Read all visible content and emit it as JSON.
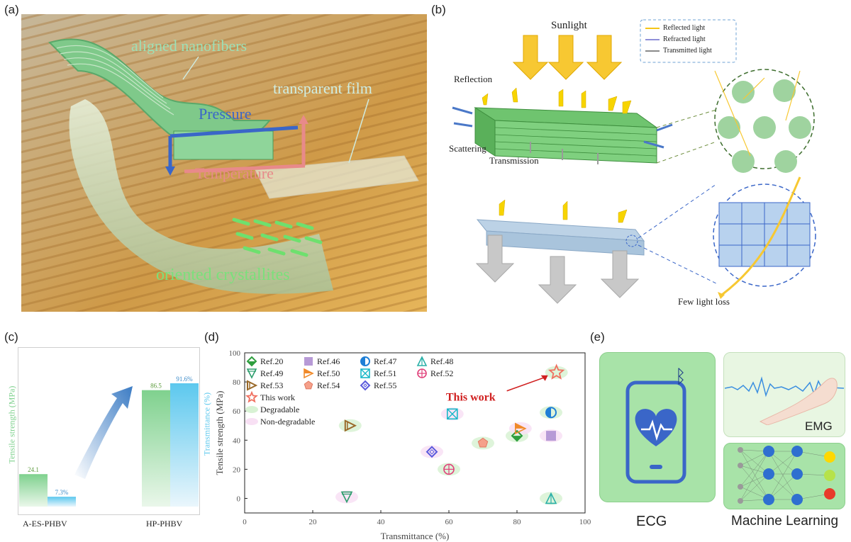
{
  "panels": {
    "a": {
      "label": "(a)",
      "labels": {
        "aligned": "aligned nanofibers",
        "film": "transparent film",
        "pressure": "Pressure",
        "temperature": "Temperature",
        "crystallites": "oriented crystallites"
      }
    },
    "b": {
      "label": "(b)",
      "labels": {
        "sunlight": "Sunlight",
        "reflection": "Reflection",
        "scattering": "Scattering",
        "transmission": "Transmission",
        "few_loss": "Few light loss"
      },
      "legend": [
        "Reflected light",
        "Refracted light",
        "Transmitted light"
      ],
      "colors": {
        "reflected": "#f5c518",
        "refracted": "#8f8fd8",
        "transmitted": "#8a8a8a"
      }
    },
    "c": {
      "label": "(c)",
      "ylabel_left": "Tensile strength (MPa)",
      "ylabel_right": "Transmittance (%)"
    },
    "d": {
      "label": "(d)"
    },
    "e": {
      "label": "(e)",
      "ecg": "ECG",
      "emg": "EMG",
      "ml": "Machine Learning"
    }
  },
  "chart_data": [
    {
      "type": "bar",
      "categories": [
        "A-ES-PHBV",
        "HP-PHBV"
      ],
      "series": [
        {
          "name": "Tensile strength (MPa)",
          "values": [
            24.1,
            86.5
          ],
          "labels": [
            "24.1",
            "86.5"
          ],
          "color": "#7fd18e"
        },
        {
          "name": "Transmittance (%)",
          "values": [
            7.3,
            91.6
          ],
          "labels": [
            "7.3%",
            "91.6%"
          ],
          "color": "#5cc8ee"
        }
      ]
    },
    {
      "type": "scatter",
      "xlabel": "Transmittance (%)",
      "ylabel": "Tensile strength (MPa)",
      "xlim": [
        0,
        100
      ],
      "ylim": [
        -10,
        100
      ],
      "xticks": [
        0,
        20,
        40,
        60,
        80,
        100
      ],
      "yticks": [
        0,
        20,
        40,
        60,
        80,
        100
      ],
      "annotation": "This work",
      "legend_labels": [
        "Degradable",
        "Non-degradable"
      ],
      "points": [
        {
          "name": "Ref.20",
          "x": 80,
          "y": 43,
          "marker": "diamond-half",
          "color": "#2e9e3e",
          "group": "Degradable"
        },
        {
          "name": "Ref.46",
          "x": 90,
          "y": 43,
          "marker": "square",
          "color": "#b79ad6",
          "group": "Non-degradable"
        },
        {
          "name": "Ref.47",
          "x": 90,
          "y": 59,
          "marker": "circle-half",
          "color": "#1f7fd6",
          "group": "Degradable"
        },
        {
          "name": "Ref.48",
          "x": 90,
          "y": 0,
          "marker": "triangle-up",
          "color": "#2bb0a8",
          "group": "Degradable"
        },
        {
          "name": "Ref.49",
          "x": 30,
          "y": 1,
          "marker": "triangle-down",
          "color": "#2e9e6e",
          "group": "Non-degradable"
        },
        {
          "name": "Ref.50",
          "x": 81,
          "y": 48,
          "marker": "triangle-right",
          "color": "#f08a2a",
          "group": "Non-degradable"
        },
        {
          "name": "Ref.51",
          "x": 61,
          "y": 58,
          "marker": "square-x",
          "color": "#19b8c8",
          "group": "Non-degradable"
        },
        {
          "name": "Ref.52",
          "x": 60,
          "y": 20,
          "marker": "circle-plus",
          "color": "#e0407a",
          "group": "Degradable"
        },
        {
          "name": "Ref.53",
          "x": 31,
          "y": 50,
          "marker": "triangle-right-open",
          "color": "#9a6a2a",
          "group": "Degradable"
        },
        {
          "name": "Ref.54",
          "x": 70,
          "y": 38,
          "marker": "pentagon",
          "color": "#f5a08a",
          "group": "Degradable"
        },
        {
          "name": "Ref.55",
          "x": 55,
          "y": 32,
          "marker": "diamond-open",
          "color": "#5a5adc",
          "group": "Non-degradable"
        },
        {
          "name": "This work",
          "x": 91.6,
          "y": 86.5,
          "marker": "star",
          "color": "#f07060",
          "group": "Degradable"
        }
      ]
    }
  ]
}
